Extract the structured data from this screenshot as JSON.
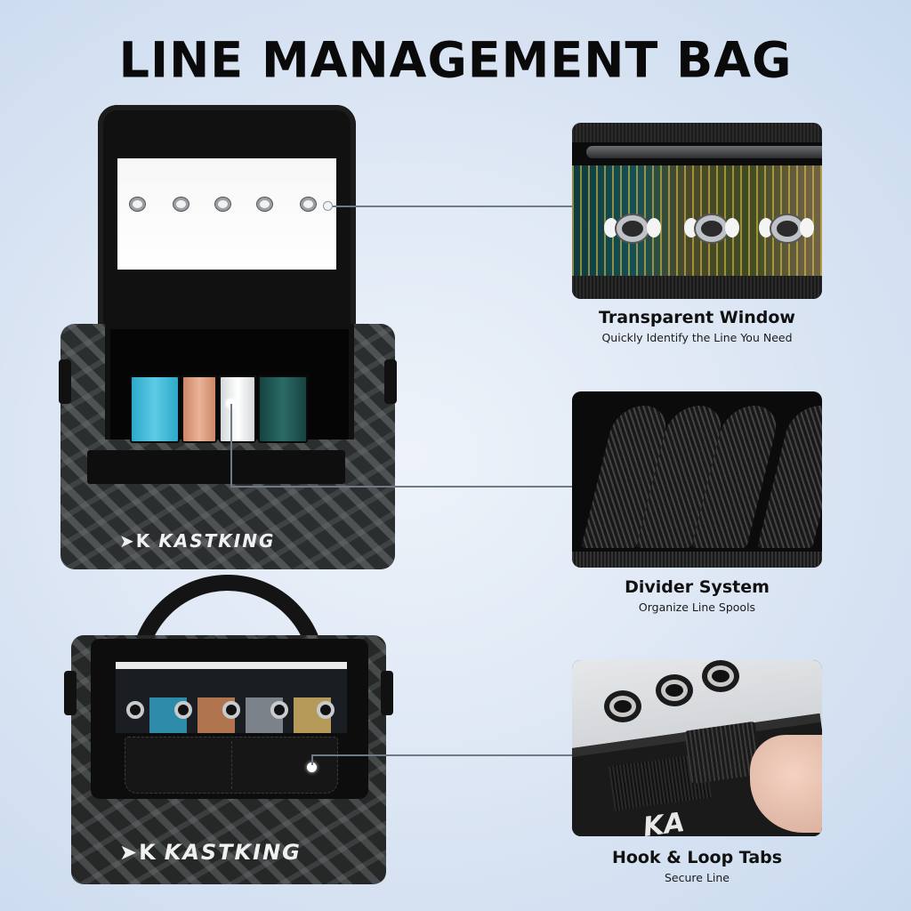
{
  "title": "LINE MANAGEMENT BAG",
  "brand": {
    "logo_mark": "⪢K",
    "logo_text": "KASTKING",
    "bag_color": "#2b2e2e",
    "background_color": "#dfe8f5"
  },
  "product_views": [
    {
      "name": "open-bag",
      "lid_grommets": 5,
      "spools": [
        {
          "color": "#3fb6d4",
          "label": "blue-line"
        },
        {
          "color": "#e1a07f",
          "label": "orange-line"
        },
        {
          "color": "#e9eaec",
          "label": "white-line"
        },
        {
          "color": "#1f5a56",
          "label": "green-line"
        }
      ]
    },
    {
      "name": "closed-bag",
      "window_grommets": 5,
      "spools": [
        {
          "color": "#2d8aa8"
        },
        {
          "color": "#b0754f"
        },
        {
          "color": "#7c8289"
        },
        {
          "color": "#2f6a7a"
        },
        {
          "color": "#b59a5a"
        }
      ]
    }
  ],
  "features": [
    {
      "title": "Transparent Window",
      "subtitle": "Quickly Identify the Line You Need"
    },
    {
      "title": "Divider System",
      "subtitle": "Organize Line Spools"
    },
    {
      "title": "Hook & Loop Tabs",
      "subtitle": "Secure Line"
    }
  ],
  "detail_logo_fragment": "KA"
}
